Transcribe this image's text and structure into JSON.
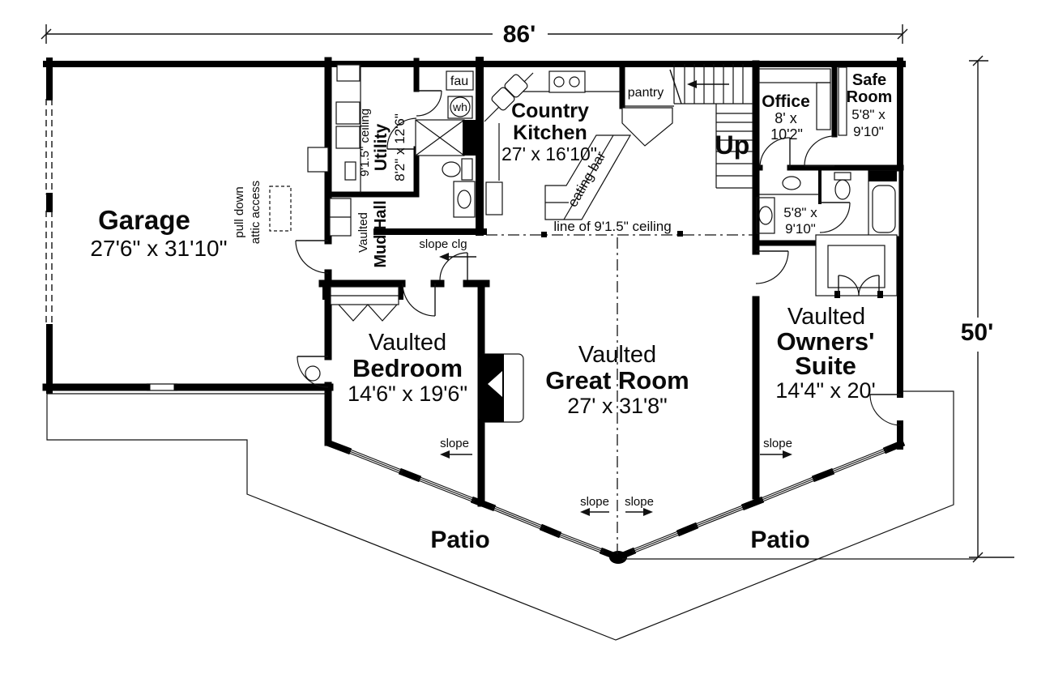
{
  "plan": {
    "dim_width": "86'",
    "dim_height": "50'",
    "rooms": {
      "garage": {
        "name": "Garage",
        "size": "27'6\" x 31'10\""
      },
      "utility": {
        "ceiling": "9'1.5\" ceiling",
        "name": "Utility",
        "size": "8'2\" x 12'6\""
      },
      "mud_hall": {
        "prefix": "Vaulted",
        "name": "Mud Hall"
      },
      "kitchen": {
        "name_line1": "Country",
        "name_line2": "Kitchen",
        "size": "27' x 16'10\""
      },
      "pantry": {
        "name": "pantry"
      },
      "office": {
        "name": "Office",
        "size_line1": "8' x",
        "size_line2": "10'2\""
      },
      "safe_room": {
        "name_line1": "Safe",
        "name_line2": "Room",
        "size_line1": "5'8\" x",
        "size_line2": "9'10\""
      },
      "bath": {
        "size_line1": "5'8\" x",
        "size_line2": "9'10\""
      },
      "bedroom": {
        "prefix": "Vaulted",
        "name": "Bedroom",
        "size": "14'6\" x 19'6\""
      },
      "great_room": {
        "prefix": "Vaulted",
        "name": "Great Room",
        "size": "27' x 31'8\""
      },
      "owners_suite": {
        "prefix": "Vaulted",
        "name_line1": "Owners'",
        "name_line2": "Suite",
        "size": "14'4\" x 20'"
      },
      "patio": {
        "name": "Patio"
      }
    },
    "annotations": {
      "up": "Up",
      "fau": "fau",
      "wh": "wh",
      "attic_line1": "pull down",
      "attic_line2": "attic access",
      "eating_bar": "eating bar",
      "ceiling_line": "line of 9'1.5\" ceiling",
      "slope_clg": "slope clg",
      "slope": "slope"
    }
  }
}
